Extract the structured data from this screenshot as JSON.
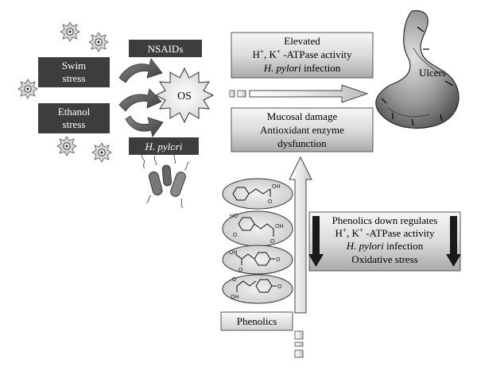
{
  "labels": {
    "swim_stress_1": "Swim",
    "swim_stress_2": "stress",
    "ethanol_stress_1": "Ethanol",
    "ethanol_stress_2": "stress",
    "nsaids": "NSAIDs",
    "os": "OS",
    "h_pylori": "H. pylori",
    "phenolics": "Phenolics",
    "ulcers": "Ulcers"
  },
  "boxes": {
    "elevated": {
      "line1": "Elevated",
      "line2_a": "H",
      "line2_a_sup": "+",
      "line2_b": ", K",
      "line2_b_sup": "+",
      "line2_c": " -ATPase activity",
      "line3_a": "H. pylori",
      "line3_b": " infection"
    },
    "mucosal": {
      "line1": "Mucosal damage",
      "line2": "Antioxidant enzyme",
      "line3": "dysfunction"
    },
    "phenolics_effect": {
      "line1": "Phenolics down regulates",
      "line2_a": "H",
      "line2_a_sup": "+",
      "line2_b": ", K",
      "line2_b_sup": "+",
      "line2_c": " -ATPase activity",
      "line3_a": "H. pylori",
      "line3_b": " infection",
      "line4": "Oxidative stress"
    }
  },
  "structures": {
    "oh1": "OH",
    "o1": "O",
    "ho2": "HO",
    "o2a": "O",
    "oh2": "OH",
    "o2b": "O",
    "oh3": "OH",
    "o3a": "O",
    "o3b": "O",
    "oh4": "OH",
    "o4a": "O",
    "o4b": "O"
  },
  "colors": {
    "dark_label": "#3d3d3d",
    "box_light": "#f4f4f4",
    "box_dark": "#bdbdbd",
    "arrow_outline": "#444444"
  }
}
